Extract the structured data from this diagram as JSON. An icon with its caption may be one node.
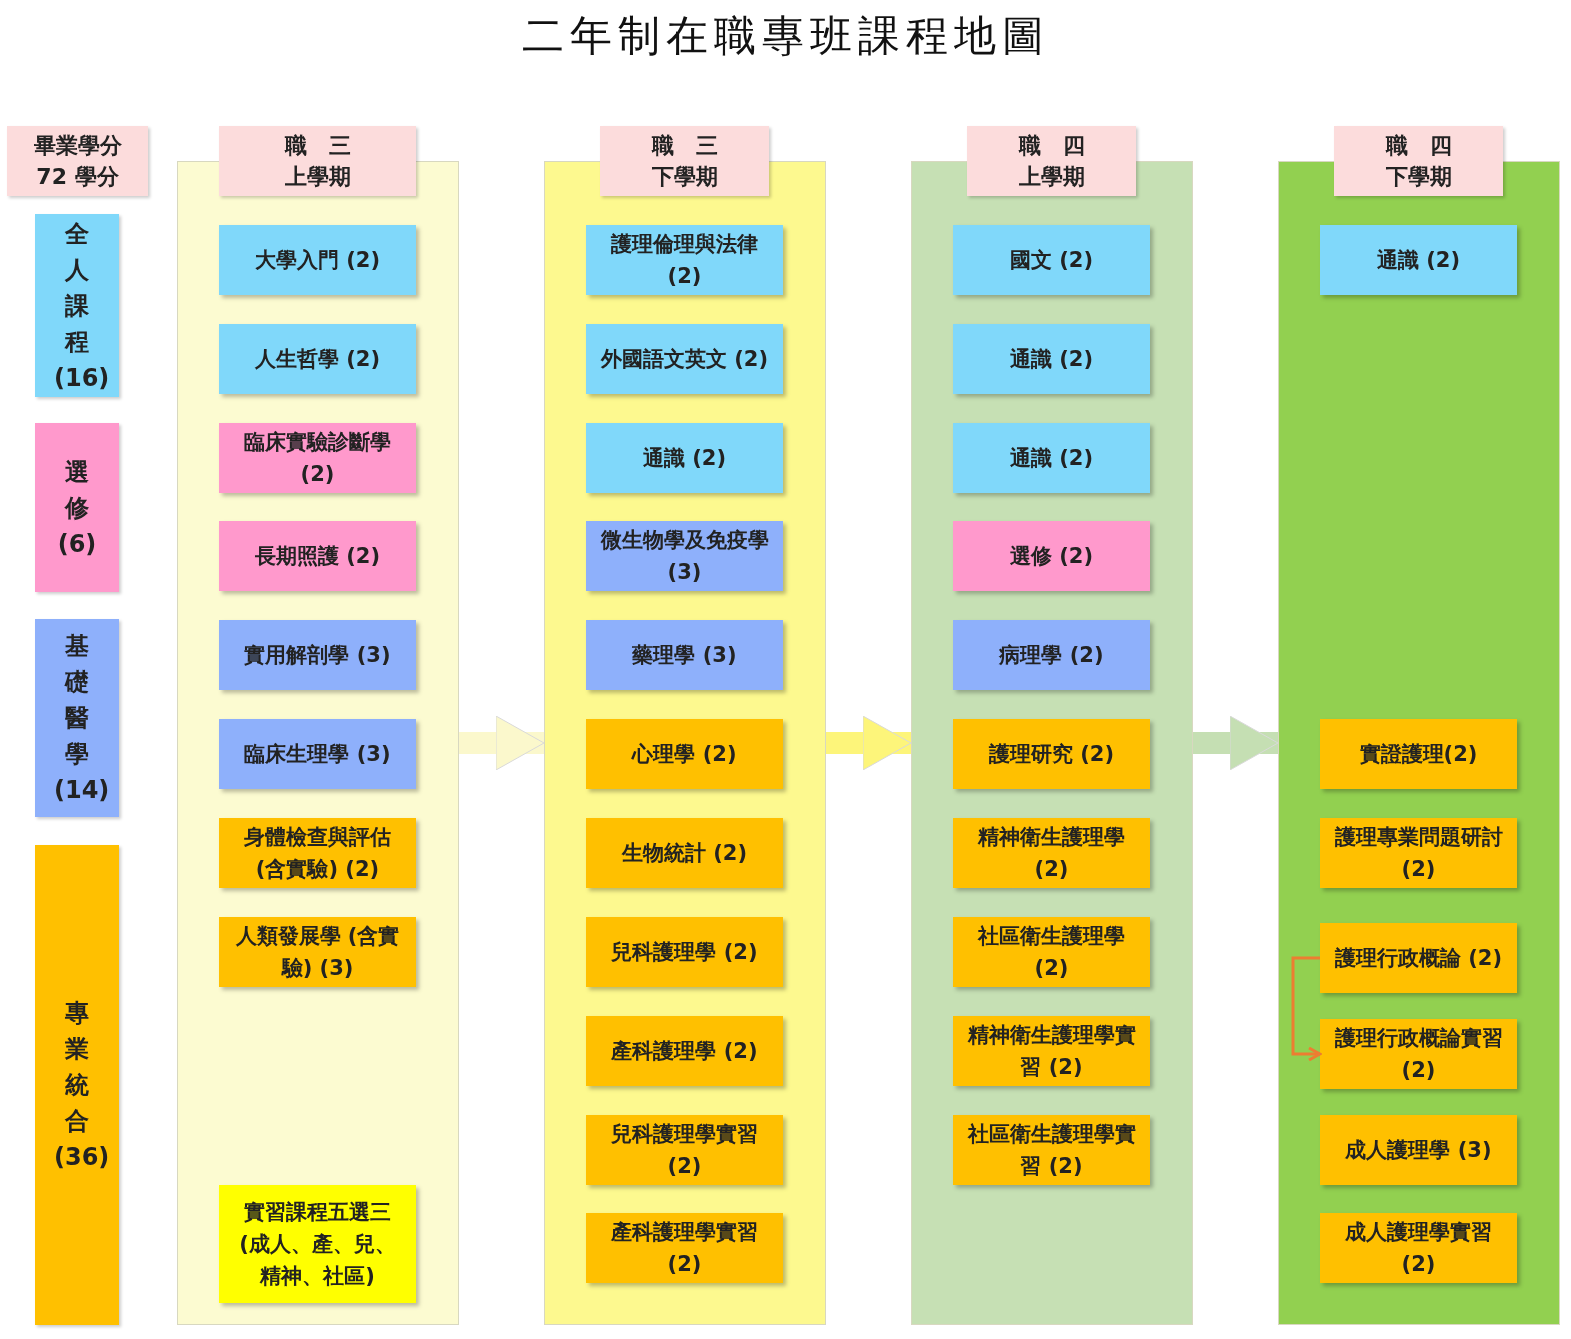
{
  "diagram": {
    "title": "二年制在職專班課程地圖",
    "nodes": [
      {
        "text": [
          "畢業學分",
          "72 學分"
        ]
      },
      {
        "text": [
          "全人課程(16)"
        ]
      },
      {
        "text": [
          "選修(6)"
        ]
      },
      {
        "text": [
          "基礎醫學(14)"
        ]
      },
      {
        "text": [
          "專業統合(36)"
        ]
      },
      {
        "text": [],
        "shape": "box"
      },
      {
        "text": [
          "職　三",
          "上學期"
        ]
      },
      {
        "text": [
          "大學入門 (2)"
        ],
        "in": 5
      },
      {
        "text": [
          "人生哲學 (2)"
        ],
        "in": 5
      },
      {
        "text": [
          "臨床實驗診斷學 (2)"
        ],
        "in": 5
      },
      {
        "text": [
          "長期照護 (2)"
        ],
        "in": 5
      },
      {
        "text": [
          "實用解剖學 (3)"
        ],
        "in": 5
      },
      {
        "text": [
          "臨床生理學 (3)"
        ],
        "in": 5
      },
      {
        "text": [
          "身體檢查與評估 (含實驗) (2)"
        ],
        "in": 5
      },
      {
        "text": [
          "人類發展學 (含實驗) (3)"
        ],
        "in": 5
      },
      {
        "text": [
          "實習課程五選三 (成人、產、兒、精神、社區)"
        ],
        "in": 5
      },
      {
        "text": [],
        "shape": "box"
      },
      {
        "text": [
          "職　三",
          "下學期"
        ]
      },
      {
        "text": [
          "護理倫理與法律 (2)"
        ],
        "in": 16
      },
      {
        "text": [
          "外國語文英文 (2)"
        ],
        "in": 16
      },
      {
        "text": [
          "通識 (2)"
        ],
        "in": 16
      },
      {
        "text": [
          "微生物學及免疫學 (3)"
        ],
        "in": 16
      },
      {
        "text": [
          "藥理學 (3)"
        ],
        "in": 16
      },
      {
        "text": [
          "心理學 (2)"
        ],
        "in": 16
      },
      {
        "text": [
          "生物統計 (2)"
        ],
        "in": 16
      },
      {
        "text": [
          "兒科護理學 (2)"
        ],
        "in": 16
      },
      {
        "text": [
          "產科護理學 (2)"
        ],
        "in": 16
      },
      {
        "text": [
          "兒科護理學實習 (2)"
        ],
        "in": 16
      },
      {
        "text": [
          "產科護理學實習 (2)"
        ],
        "in": 16
      },
      {
        "text": [],
        "shape": "box"
      },
      {
        "text": [
          "職　四",
          "上學期"
        ]
      },
      {
        "text": [
          "國文 (2)"
        ],
        "in": 29
      },
      {
        "text": [
          "通識 (2)"
        ],
        "in": 29
      },
      {
        "text": [
          "通識 (2)"
        ],
        "in": 29
      },
      {
        "text": [
          "選修 (2)"
        ],
        "in": 29
      },
      {
        "text": [
          "病理學 (2)"
        ],
        "in": 29
      },
      {
        "text": [
          "護理研究 (2)"
        ],
        "in": 29
      },
      {
        "text": [
          "精神衛生護理學 (2)"
        ],
        "in": 29
      },
      {
        "text": [
          "社區衛生護理學 (2)"
        ],
        "in": 29
      },
      {
        "text": [
          "精神衛生護理學實習 (2)"
        ],
        "in": 29
      },
      {
        "text": [
          "社區衛生護理學實習 (2)"
        ],
        "in": 29
      },
      {
        "text": [],
        "shape": "box"
      },
      {
        "text": [
          "職　四",
          "下學期"
        ]
      },
      {
        "text": [
          "通識 (2)"
        ],
        "in": 41
      },
      {
        "text": [
          "實證護理(2)"
        ],
        "in": 41
      },
      {
        "text": [
          "護理專業問題研討 (2)"
        ],
        "in": 41
      },
      {
        "text": [
          "護理行政概論 (2)"
        ],
        "in": 41
      },
      {
        "text": [
          "護理行政概論實習 (2)"
        ],
        "in": 41
      },
      {
        "text": [
          "成人護理學 (3)"
        ],
        "in": 41
      },
      {
        "text": [
          "成人護理學實習 (2)"
        ],
        "in": 41
      }
    ],
    "edges": [
      {
        "from": 5,
        "to": 16,
        "arrow": "to",
        "color": "#fbf8cc"
      },
      {
        "from": 16,
        "to": 29,
        "arrow": "to",
        "color": "#fdf57a"
      },
      {
        "from": 29,
        "to": 41,
        "arrow": "to",
        "color": "#c5dfb3"
      },
      {
        "from": 46,
        "to": 47,
        "arrow": "to",
        "color": "#ed7d31"
      }
    ]
  }
}
